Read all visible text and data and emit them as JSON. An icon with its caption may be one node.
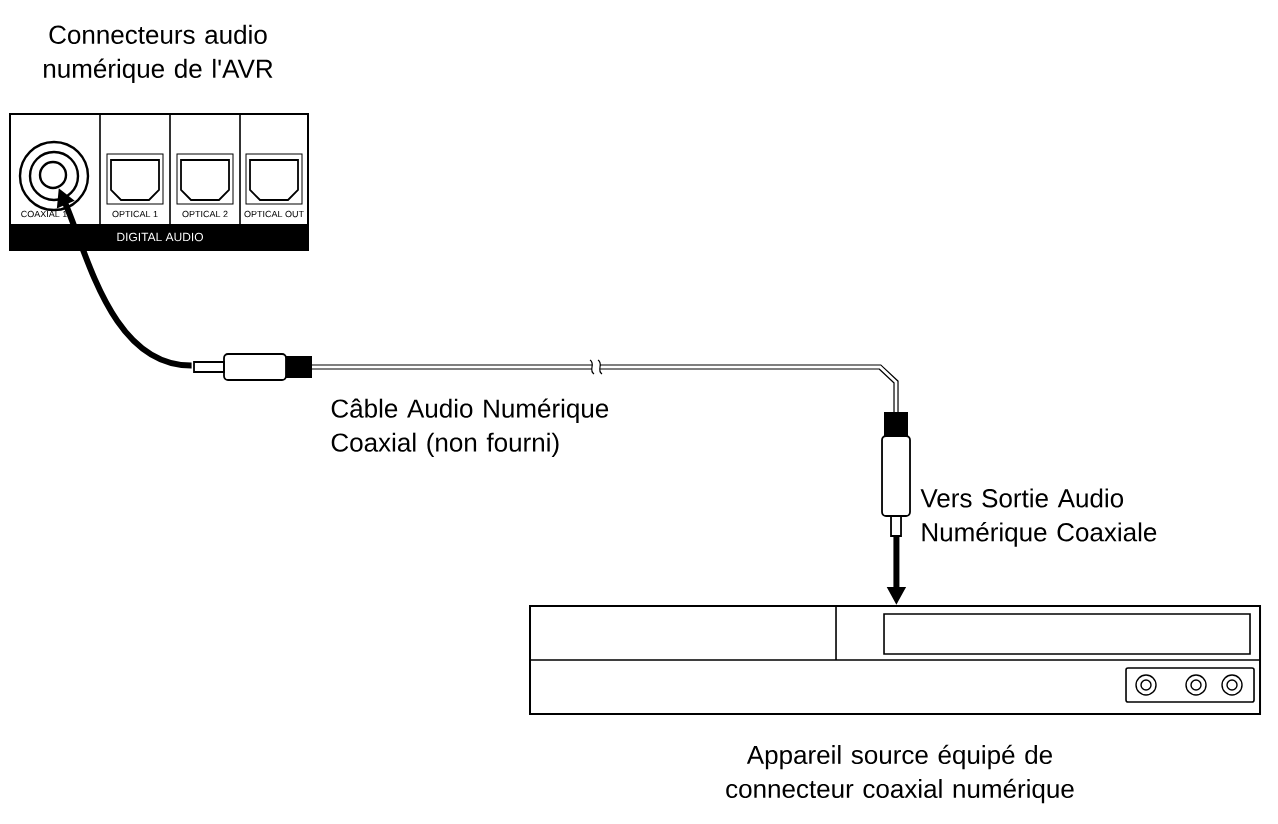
{
  "diagram": {
    "nodes": [
      {
        "text": [
          "Connecteurs audio numérique de l'AVR"
        ]
      },
      {
        "text": [
          "Appareil source équipé de connecteur coaxial numérique"
        ]
      },
      {
        "text": [
          "Câble Audio Numérique Coaxial (non fourni)"
        ]
      },
      {
        "text": [],
        "shape": "circle",
        "in": 0
      }
    ],
    "edges": [
      {
        "from": 2,
        "to": 3,
        "arrow": "to"
      },
      {
        "from": 2,
        "to": 1,
        "arrow": "to",
        "label": "Vers Sortie Audio Numérique Coaxiale"
      }
    ],
    "labels": [
      "COAXIAL 1",
      "OPTICAL 1",
      "OPTICAL 2",
      "OPTICAL OUT",
      "DIGITAL AUDIO"
    ]
  }
}
